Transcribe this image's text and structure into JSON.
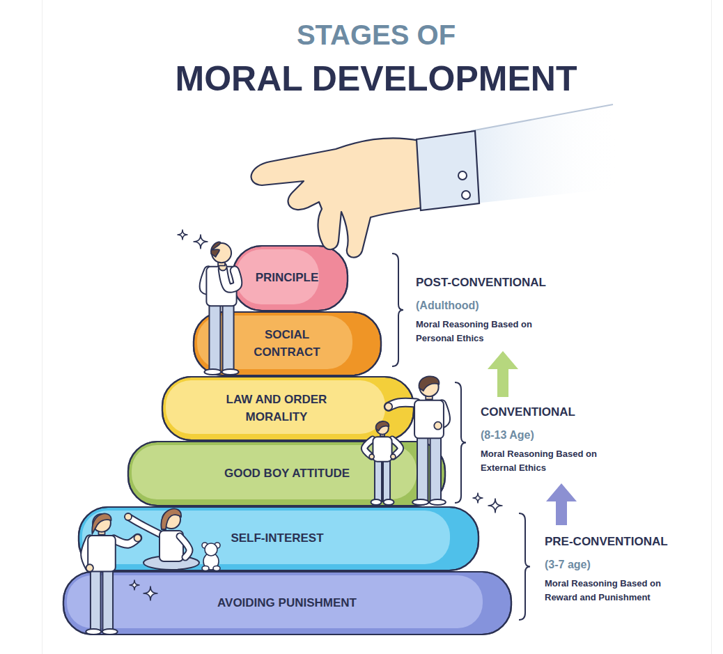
{
  "diagram": {
    "title": "MORAL DEVELOPMENT",
    "nodes": [
      {
        "text": [
          "PRINCIPLE"
        ]
      },
      {
        "text": [
          "SOCIAL CONTRACT"
        ]
      },
      {
        "text": [
          "LAW AND ORDER MORALITY"
        ]
      },
      {
        "text": [
          "GOOD BOY ATTITUDE"
        ]
      },
      {
        "text": [
          "SELF-INTEREST"
        ]
      },
      {
        "text": [
          "AVOIDING PUNISHMENT"
        ]
      }
    ],
    "labels": [
      "STAGES OF",
      "POST-CONVENTIONAL",
      "(Adulthood)",
      "Moral Reasoning Based on Personal Ethics",
      "CONVENTIONAL",
      "(8-13 Age)",
      "Moral Reasoning Based on External Ethics",
      "PRE-CONVENTIONAL",
      "(3-7 age)",
      "Moral Reasoning Based on Reward and Punishment"
    ]
  }
}
